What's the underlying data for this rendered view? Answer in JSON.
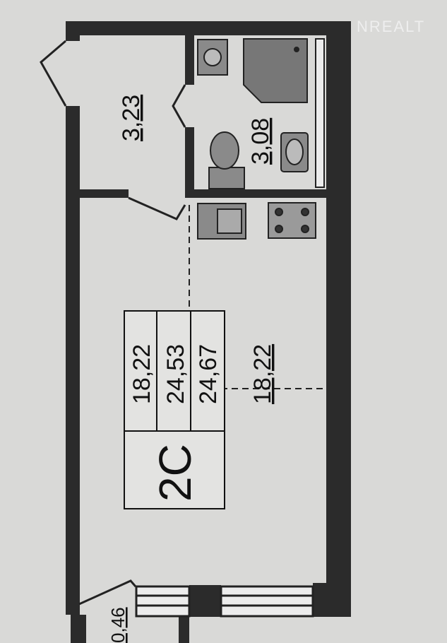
{
  "plan": {
    "rooms": {
      "hall_area": "3,23",
      "bathroom_area": "3,08",
      "living_area": "18,22",
      "balcony_area": "0,46"
    },
    "summary": {
      "type": "2C",
      "living": "18,22",
      "total": "24,53",
      "total_with_balcony": "24,67"
    },
    "watermark": "NREALT"
  },
  "colors": {
    "wall": "#2a2a2a",
    "paper": "#d9d9d7",
    "fixture": "#8a8a8a"
  }
}
